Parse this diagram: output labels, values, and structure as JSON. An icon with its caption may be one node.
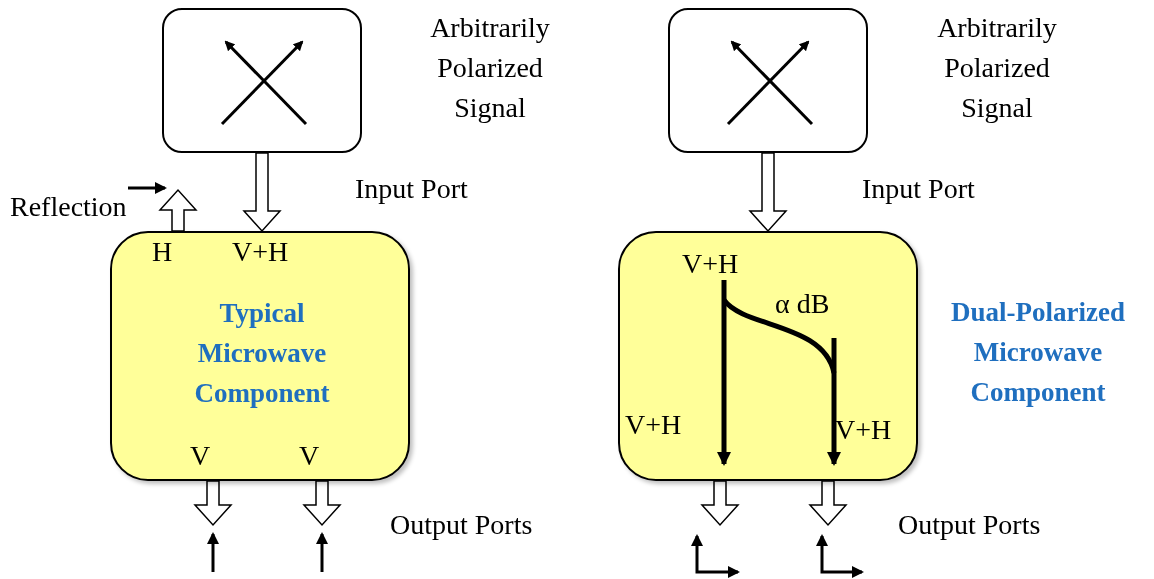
{
  "diagram": {
    "nodes": [
      {
        "text": [],
        "shape": "box",
        "beside": [
          "Arbitrarily Polarized Signal"
        ]
      },
      {
        "text": [
          "H",
          "V+H",
          "Typical Microwave Component",
          "V",
          "V"
        ]
      },
      {
        "text": [],
        "shape": "box",
        "beside": [
          "Arbitrarily Polarized Signal"
        ]
      },
      {
        "text": [
          "V+H",
          "α dB",
          "V+H",
          "V+H"
        ],
        "beside": [
          "Dual-Polarized Microwave Component"
        ]
      }
    ],
    "edges": [
      {
        "from": 0,
        "to": 1,
        "arrow": "to"
      },
      {
        "from": 1,
        "to": null,
        "arrow": "to"
      },
      {
        "from": 1,
        "to": null,
        "arrow": "to"
      },
      {
        "from": 1,
        "to": null,
        "arrow": "to"
      },
      {
        "from": 2,
        "to": 3,
        "arrow": "to"
      },
      {
        "from": 3,
        "to": null,
        "arrow": "to"
      },
      {
        "from": 3,
        "to": null,
        "arrow": "to"
      }
    ],
    "labels": [
      "Reflection",
      "Input Port",
      "Output Ports",
      "Input Port",
      "Output Ports"
    ]
  }
}
